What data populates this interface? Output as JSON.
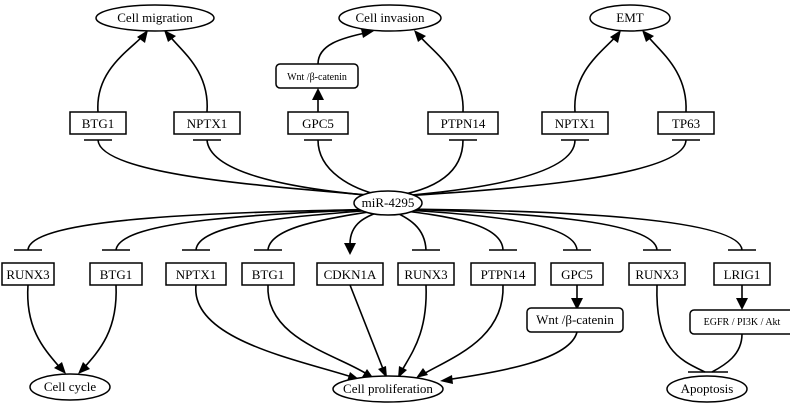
{
  "center": "miR-4295",
  "outcomes": {
    "cell_migration": "Cell migration",
    "cell_invasion": "Cell invasion",
    "emt": "EMT",
    "cell_cycle": "Cell cycle",
    "cell_proliferation": "Cell proliferation",
    "apoptosis": "Apoptosis"
  },
  "upper_targets": [
    "BTG1",
    "NPTX1",
    "GPC5",
    "PTPN14",
    "NPTX1",
    "TP63"
  ],
  "lower_targets": [
    "RUNX3",
    "BTG1",
    "NPTX1",
    "BTG1",
    "CDKN1A",
    "RUNX3",
    "PTPN14",
    "GPC5",
    "RUNX3",
    "LRIG1"
  ],
  "intermediates": {
    "wnt_upper": "Wnt /β-catenin",
    "wnt_lower": "Wnt /β-catenin",
    "egfr": "EGFR / PI3K / Akt"
  }
}
